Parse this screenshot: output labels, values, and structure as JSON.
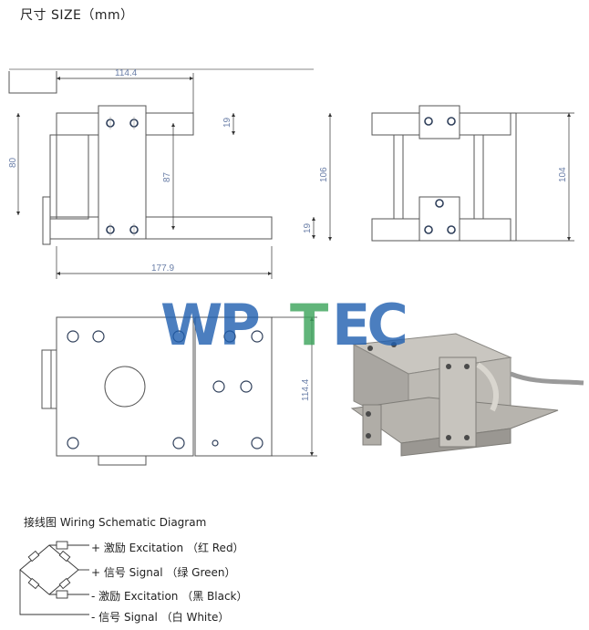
{
  "header": {
    "title": "尺寸 SIZE（mm）"
  },
  "dimensions": {
    "top_width": "114.4",
    "height_80": "80",
    "hole_pitch": "87",
    "offset_19_top": "19",
    "offset_19_bottom": "19",
    "base_length": "177.9",
    "side_height_106": "106",
    "side_height_104": "104",
    "plan_width": "114.4"
  },
  "watermark": {
    "text": "WPTEC"
  },
  "wiring": {
    "title": "接线图  Wiring Schematic Diagram",
    "lines": [
      "+ 激励 Excitation （红 Red）",
      "+ 信号 Signal  （绿 Green）",
      "- 激励 Excitation （黑 Black）",
      "- 信号 Signal  （白 White）"
    ]
  },
  "colors": {
    "line": "#555555",
    "dim": "#6b7fa8",
    "hole": "#2f3f5a",
    "watermark_blue": "#1f5fb0",
    "watermark_green": "#3aa35a"
  }
}
